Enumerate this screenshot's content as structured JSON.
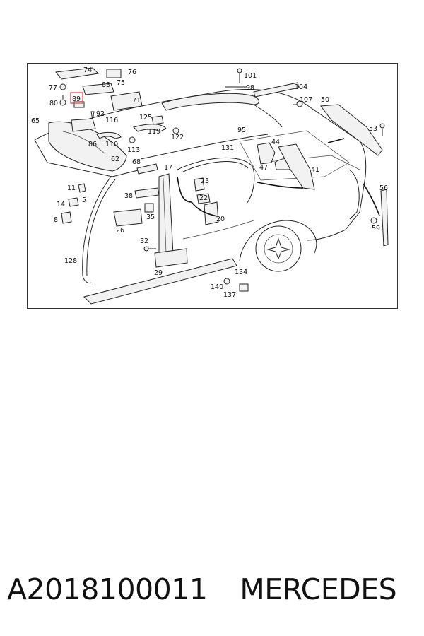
{
  "caption": {
    "part_number": "A2018100011",
    "brand": "MERCEDES"
  },
  "diagram": {
    "highlight_color": "#e8474c",
    "highlighted_label": "89",
    "labels": [
      "74",
      "76",
      "83",
      "75",
      "77",
      "89",
      "80",
      "92",
      "71",
      "101",
      "98",
      "104",
      "107",
      "50",
      "125",
      "116",
      "119",
      "122",
      "65",
      "86",
      "110",
      "113",
      "95",
      "53",
      "131",
      "44",
      "62",
      "68",
      "17",
      "23",
      "47",
      "41",
      "56",
      "11",
      "5",
      "38",
      "22",
      "14",
      "35",
      "8",
      "26",
      "20",
      "59",
      "32",
      "128",
      "134",
      "29",
      "140",
      "137"
    ]
  }
}
